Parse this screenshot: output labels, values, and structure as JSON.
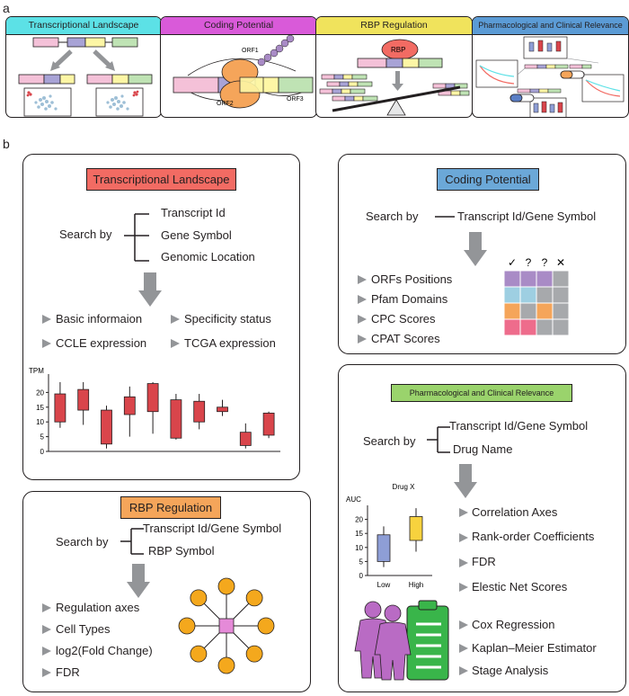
{
  "panel_a": {
    "letter": "a",
    "cards": [
      {
        "title": "Transcriptional Landscape",
        "color": "#5ce1e6"
      },
      {
        "title": "Coding Potential",
        "color": "#d95ad9"
      },
      {
        "title": "RBP Regulation",
        "color": "#f0e35c"
      },
      {
        "title": "Pharmacological and Clinical Relevance",
        "color": "#5b9bd5"
      }
    ],
    "orf_labels": [
      "ORF1",
      "ORF2",
      "ORF3"
    ],
    "rbp_label": "RBP"
  },
  "panel_b": {
    "letter": "b",
    "transcriptional": {
      "title": "Transcriptional Landscape",
      "title_color": "#f26b63",
      "search_by": "Search by",
      "options": [
        "Transcript Id",
        "Gene Symbol",
        "Genomic Location"
      ],
      "features": [
        "Basic informaion",
        "Specificity status",
        "CCLE expression",
        "TCGA expression"
      ],
      "chart_data": {
        "type": "box",
        "ylabel": "TPM",
        "ylim": [
          0,
          25
        ],
        "yticks": [
          0,
          5,
          10,
          15,
          20
        ],
        "series": [
          {
            "min": 8,
            "q1": 10,
            "q3": 19.5,
            "max": 23.5
          },
          {
            "min": 9,
            "q1": 14,
            "q3": 21,
            "max": 23.5
          },
          {
            "min": 1,
            "q1": 2.5,
            "q3": 14,
            "max": 15.5
          },
          {
            "min": 5,
            "q1": 12.5,
            "q3": 18.5,
            "max": 22
          },
          {
            "min": 6,
            "q1": 13.5,
            "q3": 23,
            "max": 23.5
          },
          {
            "min": 4,
            "q1": 4.5,
            "q3": 17.5,
            "max": 19.5
          },
          {
            "min": 7.5,
            "q1": 10,
            "q3": 17,
            "max": 19.5
          },
          {
            "min": 12,
            "q1": 13.5,
            "q3": 15,
            "max": 17.5
          },
          {
            "min": 1,
            "q1": 2,
            "q3": 6.5,
            "max": 9.5
          },
          {
            "min": 4.5,
            "q1": 5.5,
            "q3": 13,
            "max": 13.5
          }
        ],
        "box_color": "#d9454b"
      }
    },
    "coding": {
      "title": "Coding Potential",
      "title_color": "#6ba8d8",
      "search_by": "Search by",
      "option": "Transcript Id/Gene Symbol",
      "features": [
        "ORFs Positions",
        "Pfam Domains",
        "CPC Scores",
        "CPAT Scores"
      ],
      "grid_headers": [
        "✓",
        "?",
        "?",
        "✕"
      ],
      "grid_colors": [
        [
          "#a98bc6",
          "#a98bc6",
          "#a98bc6",
          "#a7a9ac"
        ],
        [
          "#9ecfe2",
          "#9ecfe2",
          "#a7a9ac",
          "#a7a9ac"
        ],
        [
          "#f5a55a",
          "#a7a9ac",
          "#f5a55a",
          "#a7a9ac"
        ],
        [
          "#ee6c8c",
          "#ee6c8c",
          "#a7a9ac",
          "#a7a9ac"
        ]
      ]
    },
    "rbp": {
      "title": "RBP Regulation",
      "title_color": "#f5a55a",
      "search_by": "Search by",
      "options": [
        "Transcript Id/Gene Symbol",
        "RBP Symbol"
      ],
      "features": [
        "Regulation axes",
        "Cell Types",
        "log2(Fold Change)",
        "FDR"
      ],
      "node_color": "#f4a81d",
      "center_color": "#e58ad8"
    },
    "pharma": {
      "title": "Pharmacological and Clinical Relevance",
      "title_color": "#9ad36c",
      "search_by": "Search by",
      "options": [
        "Transcript Id/Gene Symbol",
        "Drug Name"
      ],
      "features": [
        "Correlation Axes",
        "Rank-order Coefficients",
        "FDR",
        "Elestic Net Scores"
      ],
      "clinical_features": [
        "Cox Regression",
        "Kaplan–Meier Estimator",
        "Stage Analysis"
      ],
      "chart_data": {
        "type": "box",
        "title": "Drug X",
        "ylabel": "AUC",
        "ylim": [
          0,
          25
        ],
        "yticks": [
          0,
          5,
          10,
          15,
          20
        ],
        "categories": [
          "Low",
          "High"
        ],
        "series": [
          {
            "name": "Low",
            "min": 3,
            "q1": 5,
            "q3": 14.5,
            "max": 17.5,
            "color": "#8e9ed6"
          },
          {
            "name": "High",
            "min": 8.5,
            "q1": 12.5,
            "q3": 21,
            "max": 24,
            "color": "#f7d23e"
          }
        ]
      }
    }
  }
}
